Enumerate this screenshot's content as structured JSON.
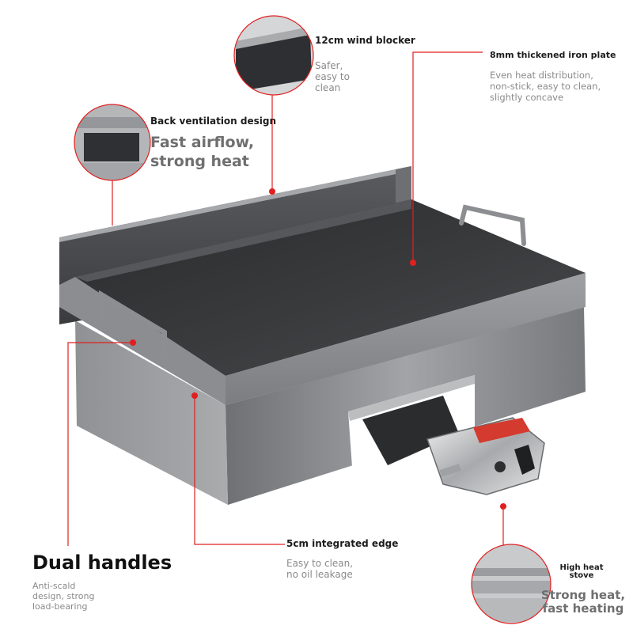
{
  "callouts": {
    "wind_blocker": {
      "label": "12cm wind blocker",
      "desc": "Safer, easy to clean"
    },
    "iron_plate": {
      "label": "8mm thickened iron plate",
      "desc": "Even heat distribution, non-stick, easy to clean, slightly concave"
    },
    "ventilation": {
      "label": "Back ventilation design",
      "desc": "Fast airflow, strong heat"
    },
    "edge": {
      "label": "5cm integrated edge",
      "desc": "Easy to clean, no oil leakage"
    },
    "handles": {
      "label": "Dual handles",
      "desc": "Anti-scald design, strong load-bearing"
    },
    "stove": {
      "label": "High heat stove",
      "desc": "Strong heat, fast heating"
    }
  },
  "colors": {
    "accent": "#e02020",
    "label": "#1c1c1c",
    "desc": "#8a8a8a",
    "steel": "#8d8f92"
  }
}
